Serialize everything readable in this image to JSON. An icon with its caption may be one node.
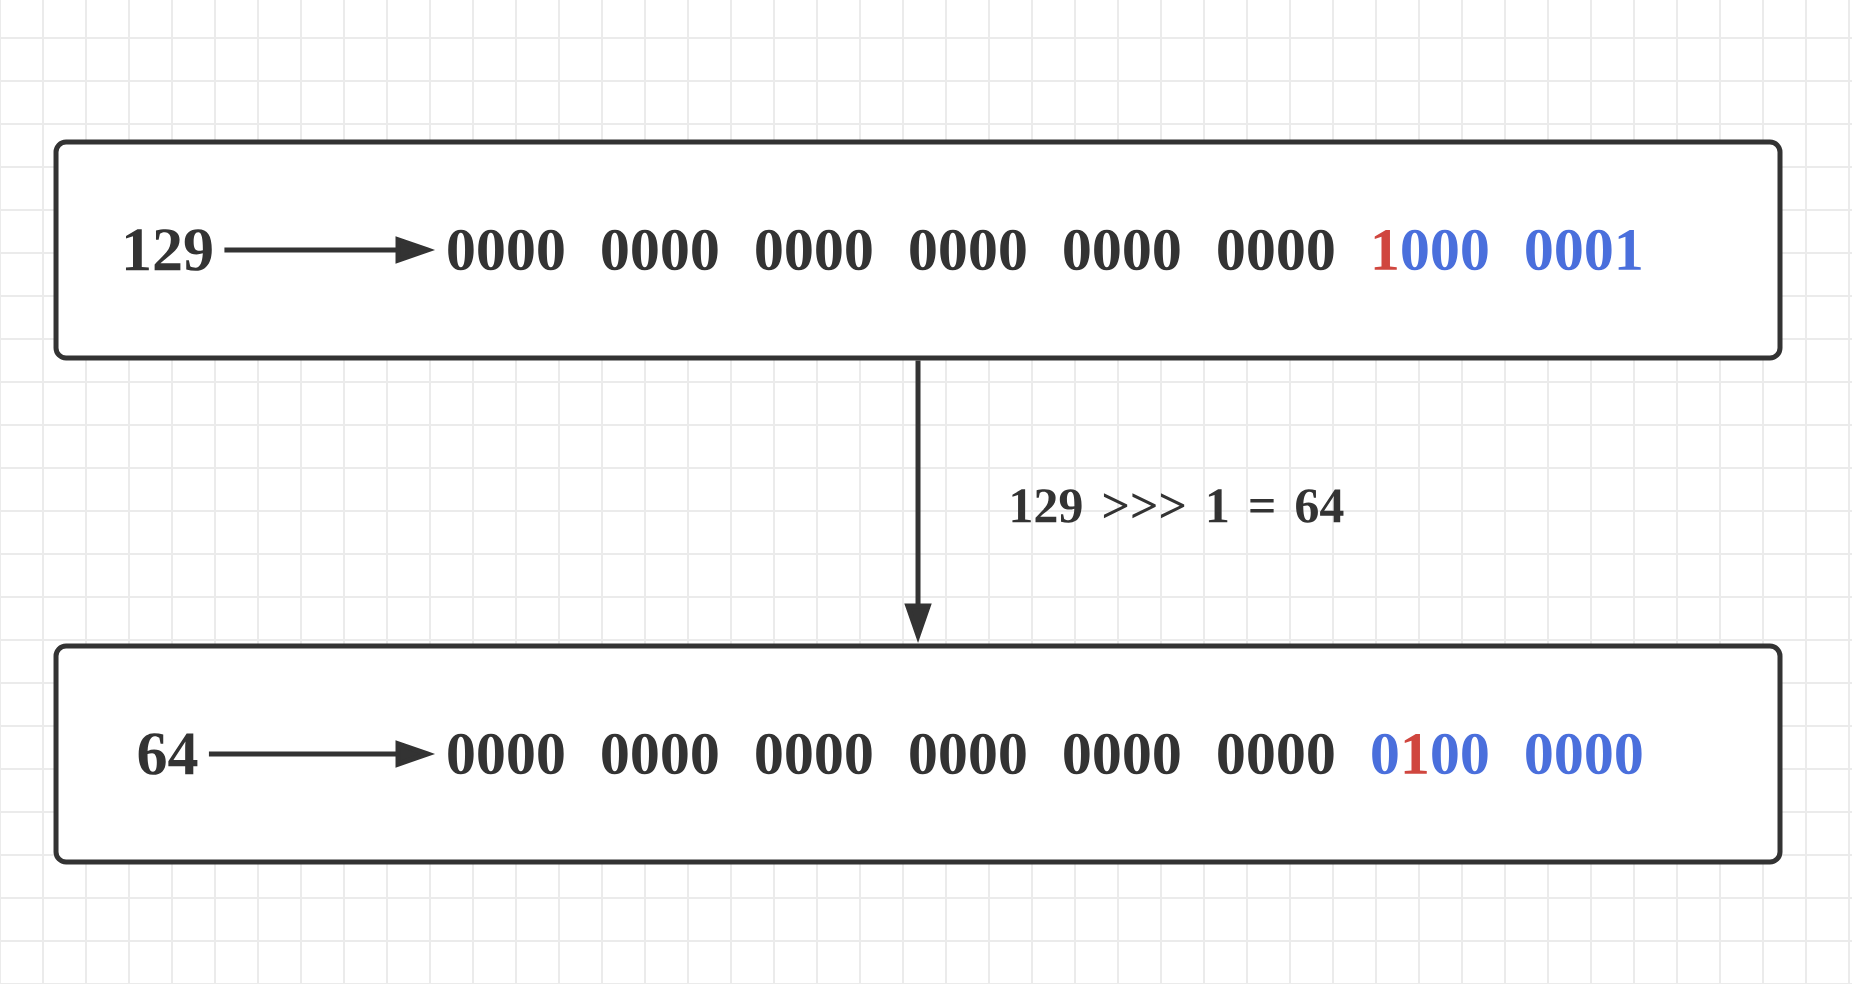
{
  "diagram": {
    "nodes": [
      {
        "text": [],
        "shape": "box"
      },
      {
        "text": [
          "129"
        ],
        "in": 0
      },
      {
        "text": [
          "0000 0000 0000 0000 0000 0000",
          "1",
          "000 0001"
        ],
        "in": 0
      },
      {
        "text": [],
        "shape": "box"
      },
      {
        "text": [
          "64"
        ],
        "in": 3
      },
      {
        "text": [
          "0000 0000 0000 0000 0000 0000",
          "0",
          "1",
          "00 0000"
        ],
        "in": 3
      }
    ],
    "edges": [
      {
        "from": 1,
        "to": 2,
        "arrow": "to"
      },
      {
        "from": 0,
        "to": 3,
        "arrow": "to",
        "label": "129 >>> 1 = 64"
      },
      {
        "from": 4,
        "to": 5,
        "arrow": "to"
      }
    ]
  }
}
